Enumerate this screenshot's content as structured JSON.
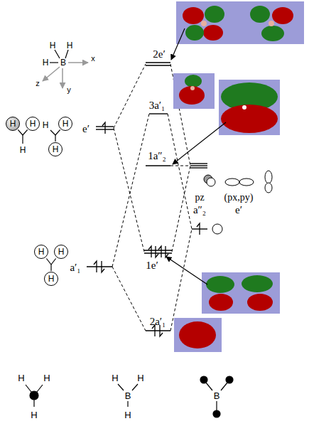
{
  "diagram": {
    "nodes": [
      {
        "text": [
          "H"
        ]
      },
      {
        "text": [
          "H"
        ]
      },
      {
        "text": [
          "H"
        ]
      },
      {
        "text": [
          "H"
        ]
      },
      {
        "text": [
          "H"
        ]
      },
      {
        "text": [
          "H"
        ]
      },
      {
        "text": [
          "H"
        ]
      }
    ],
    "labels": [
      "H",
      "H",
      "H",
      "B",
      "x",
      "z",
      "y",
      "H",
      "H",
      "e′",
      "a′₁",
      "2e′",
      "3a′₁",
      "1a″₂",
      "1e′",
      "2a′₁",
      "pz",
      "a″₂",
      "(px,py)",
      "e′",
      "H",
      "H",
      "H",
      "H",
      "H",
      "B",
      "H",
      "B"
    ]
  }
}
